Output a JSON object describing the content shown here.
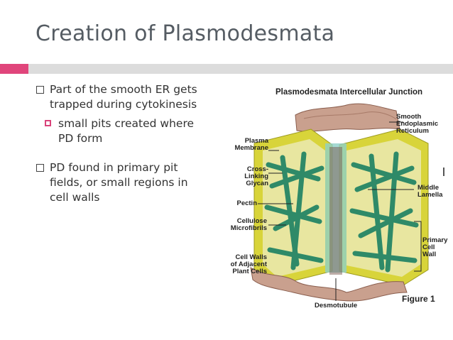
{
  "slide": {
    "title": "Creation of Plasmodesmata",
    "bullets": [
      {
        "text_l1": "Part of the smooth ER gets",
        "text_l2": "trapped during cytokinesis"
      },
      {
        "text_l1": "small pits created where",
        "text_l2": "PD form"
      },
      {
        "text_l1": "PD found in primary pit",
        "text_l2": "fields, or small regions in",
        "text_l3": "cell walls"
      }
    ]
  },
  "figure": {
    "title": "Plasmodesmata Intercellular Junction",
    "labels": {
      "smooth_er_1": "Smooth",
      "smooth_er_2": "Endoplasmic",
      "smooth_er_3": "Reticulum",
      "plasma_1": "Plasma",
      "plasma_2": "Membrane",
      "crosslink_1": "Cross-Linking",
      "crosslink_2": "Glycan",
      "pectin": "Pectin",
      "cellulose_1": "Cellulose",
      "cellulose_2": "Microfibrils",
      "cellwalls_1": "Cell Walls",
      "cellwalls_2": "of Adjacent",
      "cellwalls_3": "Plant Cells",
      "middle_1": "Middle",
      "middle_2": "Lamella",
      "primary_1": "Primary",
      "primary_2": "Cell",
      "primary_3": "Wall",
      "desmotubule": "Desmotubule"
    },
    "figure_number": "Figure 1",
    "colors": {
      "membrane": "#d8d43a",
      "fiber": "#2f8a68",
      "er": "#c9a08e",
      "lamella": "#8fd0c8"
    }
  },
  "theme": {
    "accent": "#e0457b",
    "title_color": "#555c63"
  }
}
